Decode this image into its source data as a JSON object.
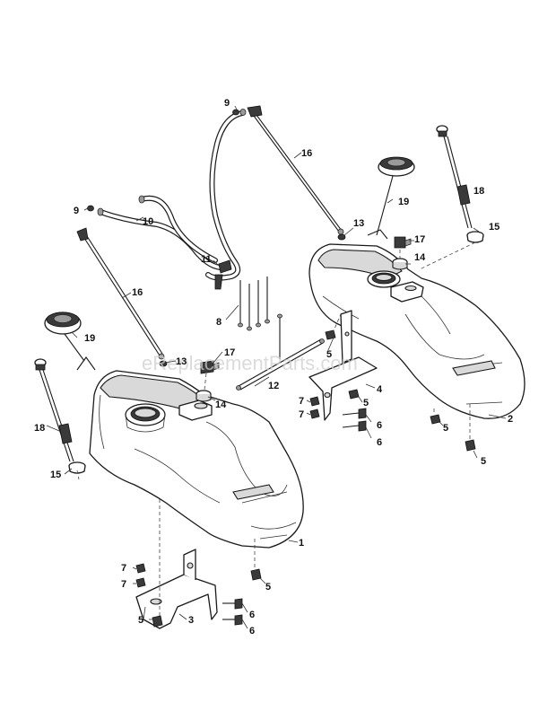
{
  "watermark": "eReplacementParts.com",
  "callouts": {
    "c1": "1",
    "c2": "2",
    "c3": "3",
    "c4": "4",
    "c5a": "5",
    "c5b": "5",
    "c5c": "5",
    "c5d": "5",
    "c5e": "5",
    "c5f": "5",
    "c6a": "6",
    "c6b": "6",
    "c6c": "6",
    "c6d": "6",
    "c7a": "7",
    "c7b": "7",
    "c7c": "7",
    "c7d": "7",
    "c8": "8",
    "c9a": "9",
    "c9b": "9",
    "c10": "10",
    "c11": "11",
    "c12": "12",
    "c13a": "13",
    "c13b": "13",
    "c14a": "14",
    "c14b": "14",
    "c15a": "15",
    "c15b": "15",
    "c16a": "16",
    "c16b": "16",
    "c17a": "17",
    "c17b": "17",
    "c18a": "18",
    "c18b": "18",
    "c19a": "19",
    "c19b": "19"
  }
}
